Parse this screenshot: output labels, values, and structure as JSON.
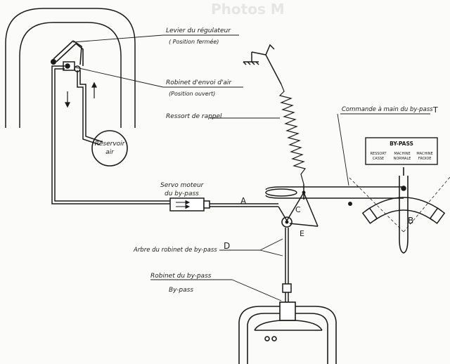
{
  "watermark": "Photos M",
  "labels": {
    "levier": "Levier du régulateur",
    "levier_pos": "( Position fermée)",
    "robinet_air": "Robinet d'envoi d'air",
    "robinet_air_pos": "(Position ouvert)",
    "ressort": "Ressort de rappel",
    "commande": "Commande à main du by-pass",
    "commande_letter": "T",
    "reservoir_1": "Réservoir",
    "reservoir_2": "air",
    "servo_1": "Servo moteur",
    "servo_2": "du by-pass",
    "arbre": "Arbre du robinet de by-pass",
    "arbre_letter": "D",
    "robinet_bypass": "Robinet du by-pass",
    "bypass": "By-pass",
    "letter_a": "A",
    "letter_b": "B",
    "letter_c": "C",
    "letter_e": "E"
  },
  "panel": {
    "title": "BY-PASS",
    "col1_1": "RESSORT",
    "col1_2": "CASSE",
    "col2_1": "MACHINE",
    "col2_2": "NORMALE",
    "col3_1": "MACHINE",
    "col3_2": "FROIDE"
  },
  "colors": {
    "ink": "#1b1b1b",
    "paper": "#fbfbf9"
  }
}
